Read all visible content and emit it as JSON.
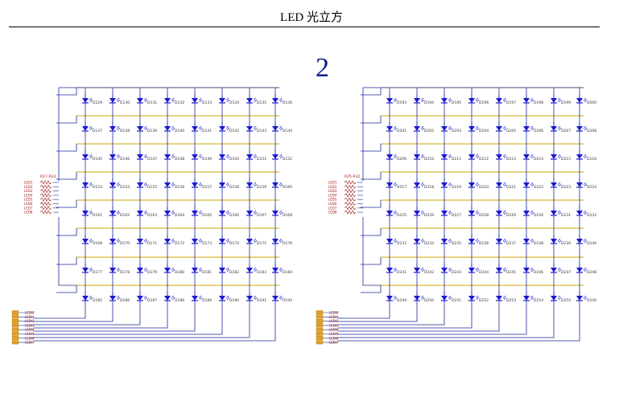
{
  "header": {
    "title": "LED 光立方"
  },
  "page_number": "2",
  "colors": {
    "wire": "#1f2a9c",
    "bus": "#c8a400",
    "led": "#1a1ad0",
    "label": "#9c1010",
    "connector": "#e0a020"
  },
  "left_block": {
    "resistor_ref": "R17-R24",
    "row_net_labels": [
      "LED1",
      "LED2",
      "LED3",
      "LED4",
      "LED5",
      "LED6",
      "LED7",
      "LED8"
    ],
    "connector_pins": [
      "LEDI0",
      "LEDI1",
      "LEDI2",
      "LEDI3",
      "LEDI4",
      "LEDI5",
      "LEDI6",
      "LEDI7"
    ],
    "led_labels": [
      [
        "D129",
        "D130",
        "D131",
        "D132",
        "D133",
        "D134",
        "D135",
        "D136"
      ],
      [
        "D137",
        "D138",
        "D139",
        "D140",
        "D141",
        "D142",
        "D143",
        "D144"
      ],
      [
        "D145",
        "D146",
        "D147",
        "D148",
        "D149",
        "D150",
        "D151",
        "D152"
      ],
      [
        "D153",
        "D154",
        "D155",
        "D156",
        "D157",
        "D158",
        "D159",
        "D160"
      ],
      [
        "D161",
        "D162",
        "D163",
        "D164",
        "D165",
        "D166",
        "D167",
        "D168"
      ],
      [
        "D169",
        "D170",
        "D171",
        "D172",
        "D173",
        "D174",
        "D175",
        "D176"
      ],
      [
        "D177",
        "D178",
        "D179",
        "D180",
        "D181",
        "D182",
        "D183",
        "D184"
      ],
      [
        "D185",
        "D186",
        "D187",
        "D188",
        "D189",
        "D190",
        "D191",
        "D192"
      ]
    ]
  },
  "right_block": {
    "resistor_ref": "R25-R32",
    "row_net_labels": [
      "LED1",
      "LED2",
      "LED3",
      "LED4",
      "LED5",
      "LED6",
      "LED7",
      "LED8"
    ],
    "connector_pins": [
      "LEDI0",
      "LEDI1",
      "LEDI2",
      "LEDI3",
      "LEDI4",
      "LEDI5",
      "LEDI6",
      "LEDI7"
    ],
    "led_labels": [
      [
        "D193",
        "D194",
        "D195",
        "D196",
        "D197",
        "D198",
        "D199",
        "D200"
      ],
      [
        "D201",
        "D202",
        "D203",
        "D204",
        "D205",
        "D206",
        "D207",
        "D208"
      ],
      [
        "D209",
        "D210",
        "D211",
        "D212",
        "D213",
        "D214",
        "D215",
        "D216"
      ],
      [
        "D217",
        "D218",
        "D219",
        "D220",
        "D221",
        "D222",
        "D223",
        "D224"
      ],
      [
        "D225",
        "D226",
        "D227",
        "D228",
        "D229",
        "D230",
        "D231",
        "D232"
      ],
      [
        "D233",
        "D234",
        "D235",
        "D236",
        "D237",
        "D238",
        "D239",
        "D240"
      ],
      [
        "D241",
        "D242",
        "D243",
        "D244",
        "D245",
        "D246",
        "D247",
        "D248"
      ],
      [
        "D249",
        "D250",
        "D251",
        "D252",
        "D253",
        "D254",
        "D255",
        "D256"
      ]
    ]
  }
}
